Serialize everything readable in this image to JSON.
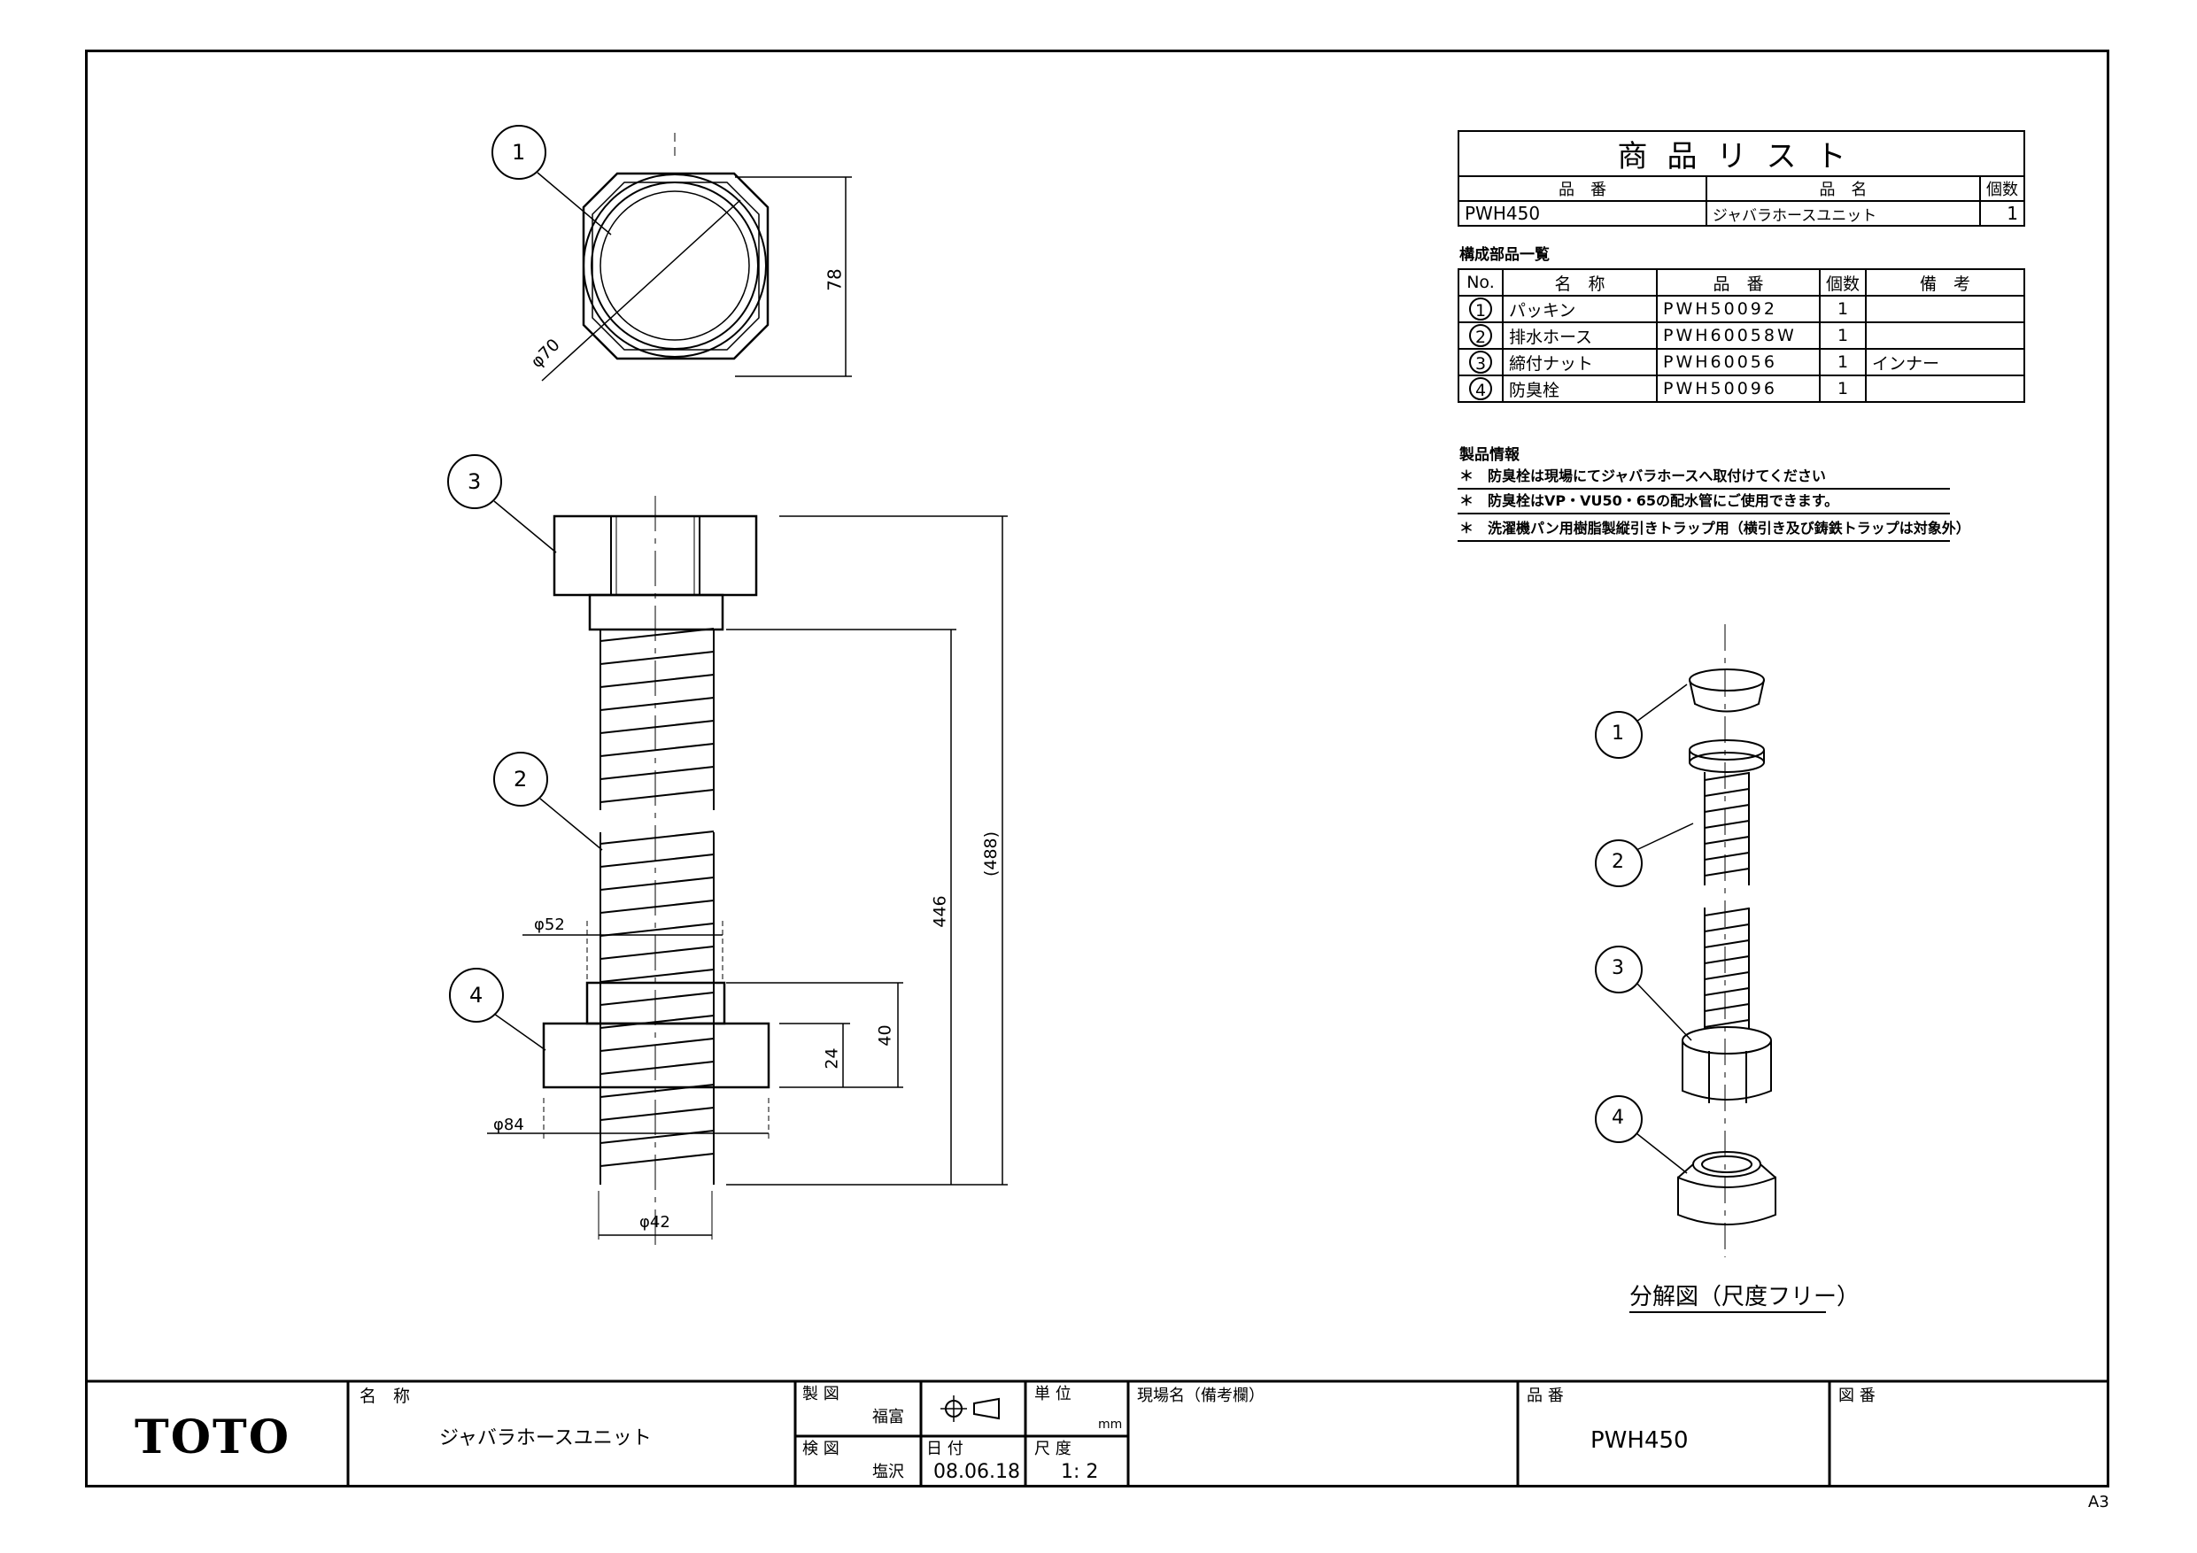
{
  "product_list": {
    "title": "商品リスト",
    "headers": {
      "part_no": "品　番",
      "name": "品　名",
      "qty": "個数"
    },
    "rows": [
      {
        "part_no": "PWH450",
        "name": "ジャバラホースユニット",
        "qty": "1"
      }
    ]
  },
  "components": {
    "heading": "構成部品一覧",
    "headers": {
      "no": "No.",
      "name": "名　称",
      "part_no": "品　番",
      "qty": "個数",
      "remarks": "備　考"
    },
    "rows": [
      {
        "no": "1",
        "name": "パッキン",
        "part_no": "PWH50092",
        "qty": "1",
        "remarks": ""
      },
      {
        "no": "2",
        "name": "排水ホース",
        "part_no": "PWH60058W",
        "qty": "1",
        "remarks": ""
      },
      {
        "no": "3",
        "name": "締付ナット",
        "part_no": "PWH60056",
        "qty": "1",
        "remarks": "インナー"
      },
      {
        "no": "4",
        "name": "防臭栓",
        "part_no": "PWH50096",
        "qty": "1",
        "remarks": ""
      }
    ]
  },
  "product_info": {
    "heading": "製品情報",
    "notes": [
      "＊　防臭栓は現場にてジャバラホースへ取付けてください",
      "＊　防臭栓はVP・VU50・65の配水管にご使用できます。",
      "＊　洗濯機パン用樹脂製縦引きトラップ用（横引き及び鋳鉄トラップは対象外）"
    ]
  },
  "dimensions": {
    "d70": "φ70",
    "h78": "78",
    "d52": "φ52",
    "d84": "φ84",
    "d42": "φ42",
    "h24": "24",
    "h40": "40",
    "h446": "446",
    "h488": "(488)"
  },
  "balloons": {
    "b1": "1",
    "b2": "2",
    "b3": "3",
    "b4": "4"
  },
  "exploded_caption": "分解図（尺度フリー）",
  "title_block": {
    "logo": "TOTO",
    "name_label": "名　称",
    "name_value": "ジャバラホースユニット",
    "drawn_label": "製 図",
    "drawn_by": "福富",
    "checked_label": "検 図",
    "checked_by": "塩沢",
    "date_label": "日 付",
    "date_value": "08.06.18",
    "unit_label": "単 位",
    "unit_value": "mm",
    "scale_label": "尺 度",
    "scale_value": "1: 2",
    "site_label": "現場名（備考欄）",
    "partno_label": "品 番",
    "partno_value": "PWH450",
    "drawingno_label": "図 番"
  },
  "sheet_size": "A3"
}
